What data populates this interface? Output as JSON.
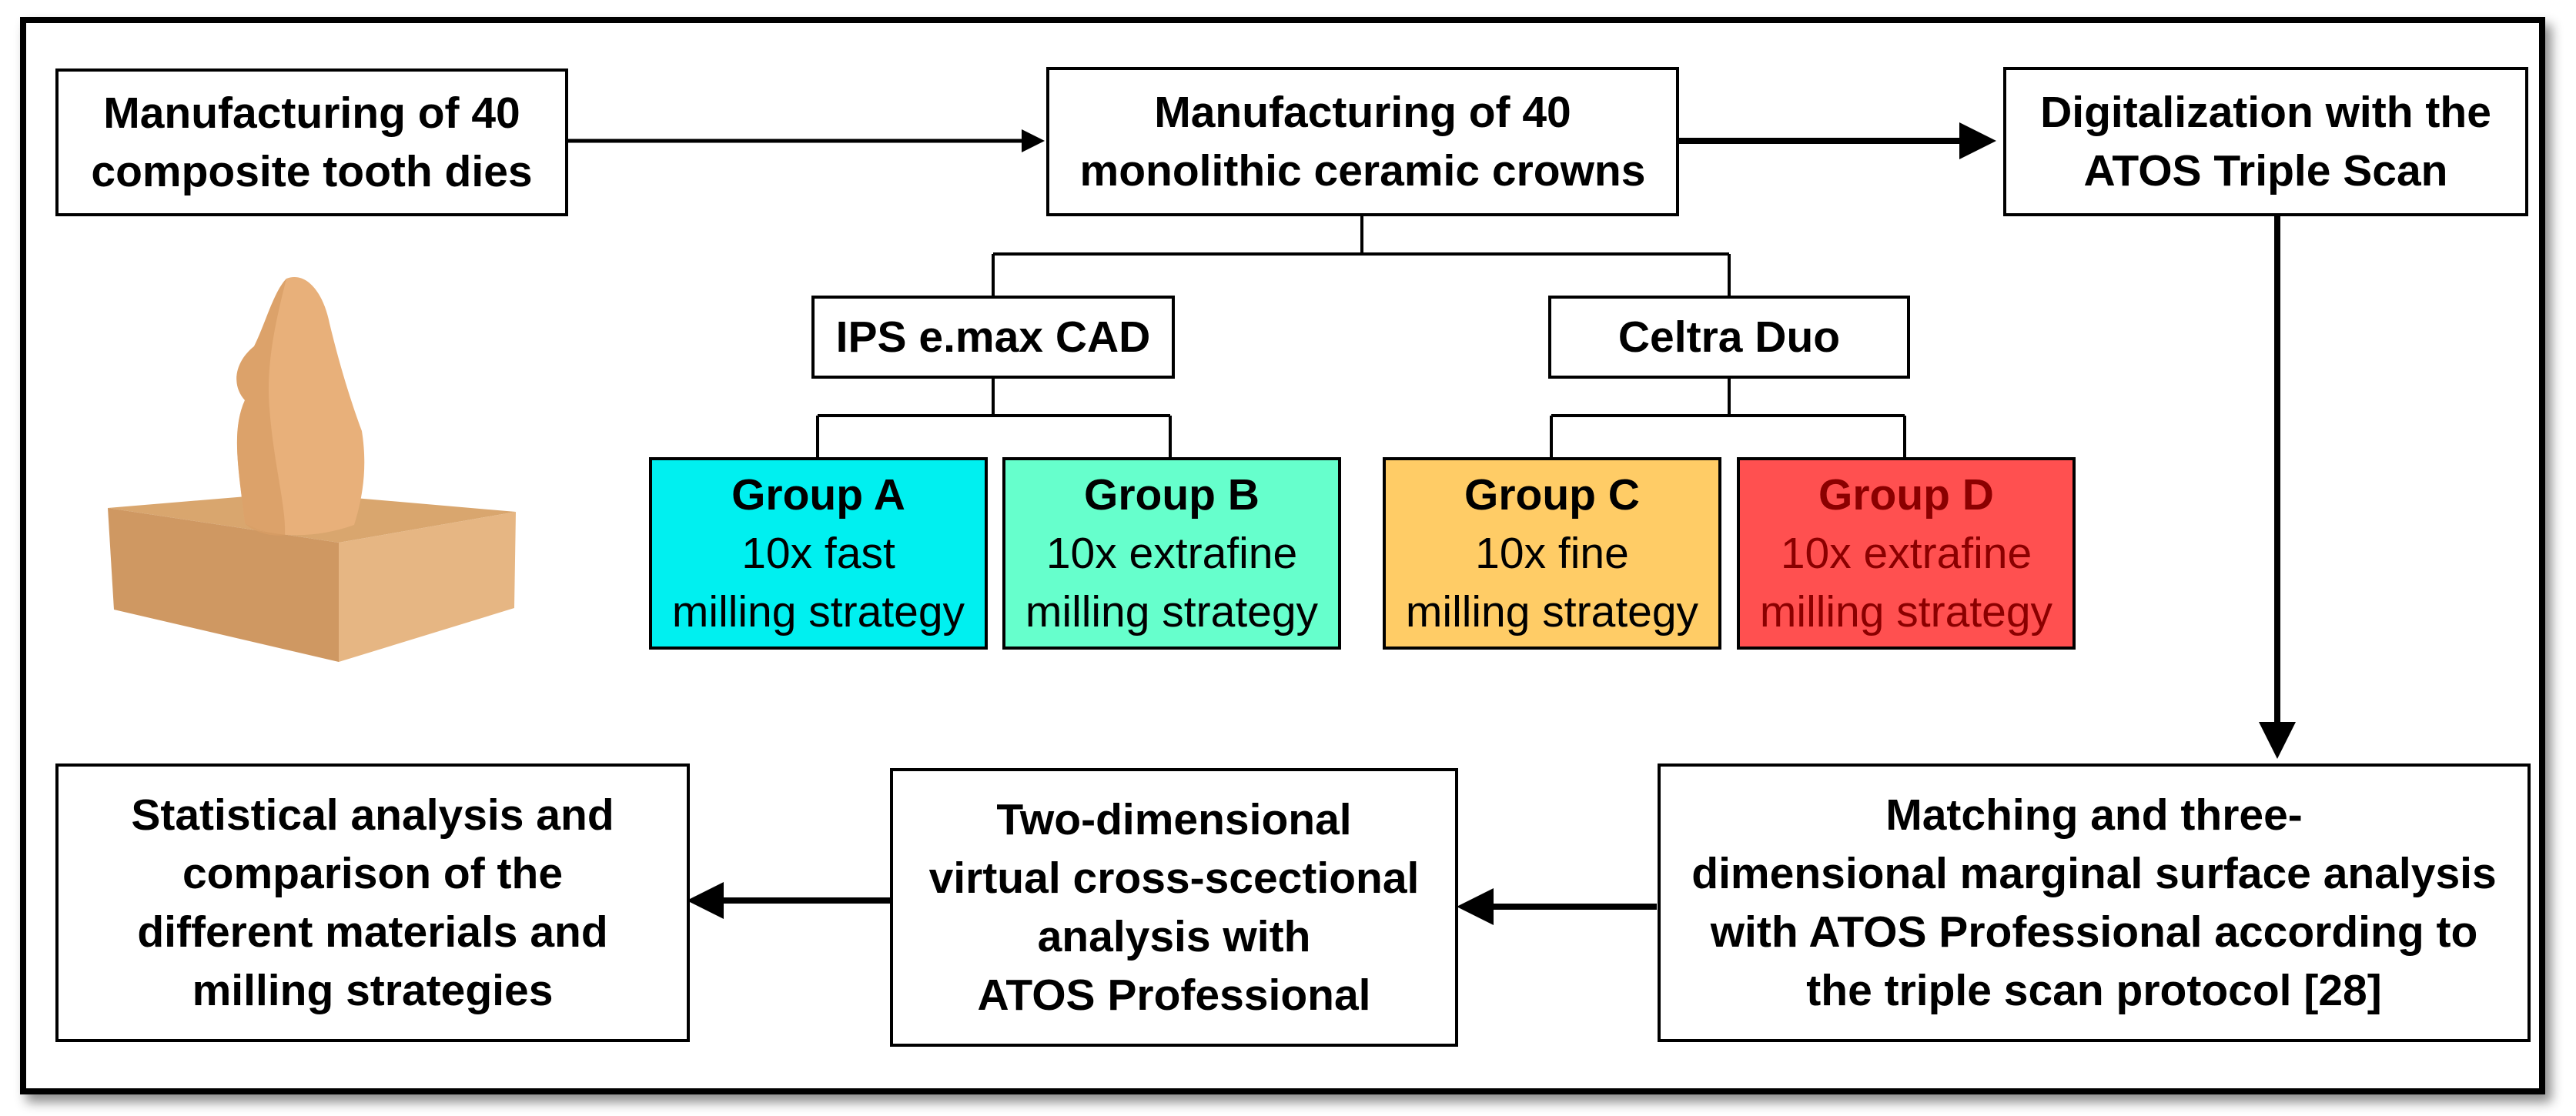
{
  "boxes": {
    "manufacture_dies": [
      "Manufacturing of 40",
      "composite tooth dies"
    ],
    "manufacture_crowns": [
      "Manufacturing of 40",
      "monolithic ceramic crowns"
    ],
    "digitalization": [
      "Digitalization with the",
      "ATOS Triple Scan"
    ],
    "material_emax": "IPS e.max CAD",
    "material_celtra": "Celtra Duo",
    "matching": [
      "Matching and three-",
      "dimensional marginal surface analysis",
      "with ATOS Professional according to",
      "the triple scan protocol [28]"
    ],
    "cross_section": [
      "Two-dimensional",
      "virtual cross-scectional",
      "analysis with",
      "ATOS Professional"
    ],
    "statistics": [
      "Statistical analysis and",
      "comparison of the",
      "different materials and",
      "milling strategies"
    ]
  },
  "groups": [
    {
      "title": "Group A",
      "line1": "10x fast",
      "line2": "milling strategy",
      "color": "#00f0f0"
    },
    {
      "title": "Group B",
      "line1": "10x extrafine",
      "line2": "milling strategy",
      "color": "#66ffcc"
    },
    {
      "title": "Group C",
      "line1": "10x fine",
      "line2": "milling strategy",
      "color": "#ffcc66"
    },
    {
      "title": "Group D",
      "line1": "10x extrafine",
      "line2": "milling strategy",
      "color": "#ff5050"
    }
  ],
  "photo": {
    "subject": "composite tooth die",
    "color": "#e8b07a"
  }
}
